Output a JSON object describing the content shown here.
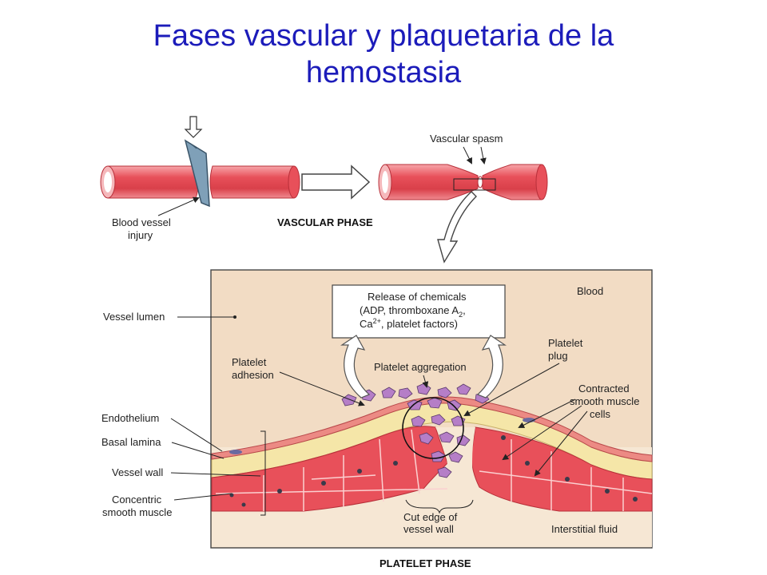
{
  "title_line1": "Fases vascular y  plaquetaria de la",
  "title_line2": "hemostasia",
  "vascular": {
    "injury_line1": "Blood vessel",
    "injury_line2": "injury",
    "phase": "VASCULAR PHASE",
    "spasm": "Vascular spasm"
  },
  "platelet": {
    "vessel_lumen": "Vessel lumen",
    "blood": "Blood",
    "release1": "Release of chemicals",
    "release2": "(ADP, thromboxane A",
    "release2_sub": "2",
    "release2_end": ",",
    "release3": "Ca",
    "release3_sup": "2+",
    "release3_end": ", platelet factors)",
    "adhesion1": "Platelet",
    "adhesion2": "adhesion",
    "aggregation": "Platelet aggregation",
    "plug1": "Platelet",
    "plug2": "plug",
    "contracted1": "Contracted",
    "contracted2": "smooth muscle",
    "contracted3": "cells",
    "endothelium": "Endothelium",
    "basal": "Basal lamina",
    "wall": "Vessel wall",
    "concentric1": "Concentric",
    "concentric2": "smooth muscle",
    "cut1": "Cut edge of",
    "cut2": "vessel wall",
    "interstitial": "Interstitial fluid",
    "phase": "PLATELET PHASE"
  },
  "colors": {
    "title": "#1c1cba",
    "vessel": "#e8505a",
    "vessel_light": "#f7a6aa",
    "panel": "#f2dcc4",
    "platelet": "#b57ec7"
  }
}
